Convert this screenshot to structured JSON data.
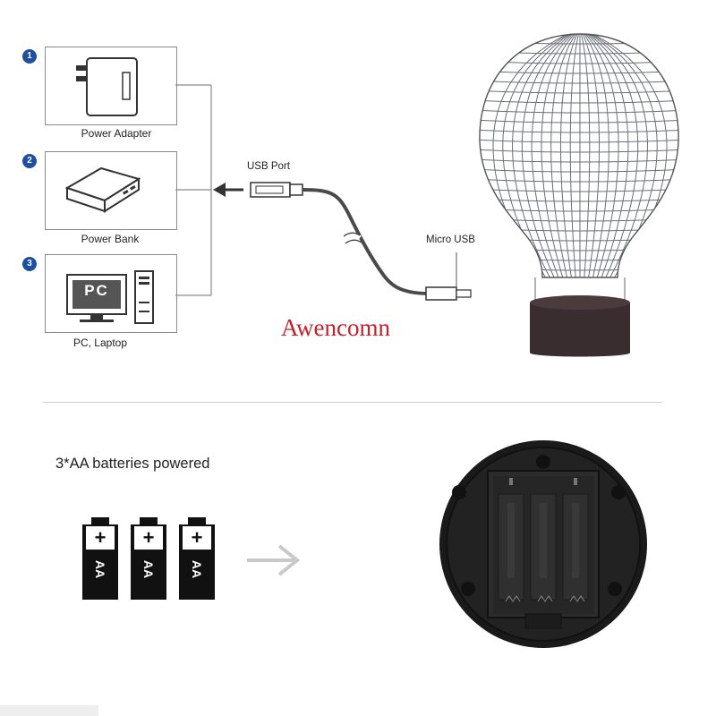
{
  "power_sources": [
    {
      "number": "1",
      "label": "Power Adapter",
      "icon": "power-adapter-icon"
    },
    {
      "number": "2",
      "label": "Power Bank",
      "icon": "power-bank-icon"
    },
    {
      "number": "3",
      "label": "PC, Laptop",
      "icon": "pc-icon",
      "screen_text": "PC"
    }
  ],
  "cable": {
    "usb_port_label": "USB Port",
    "micro_usb_label": "Micro USB"
  },
  "brand": "Awencomn",
  "battery": {
    "title": "3*AA batteries powered",
    "cells": [
      {
        "plus": "+",
        "label": "AA"
      },
      {
        "plus": "+",
        "label": "AA"
      },
      {
        "plus": "+",
        "label": "AA"
      }
    ],
    "arrow_icon": "arrow-right-icon"
  },
  "colors": {
    "badge": "#1f4fa0",
    "brand_text": "#c8202a",
    "lamp_base": "#3a2d2f",
    "cable": "#4a4a4a"
  }
}
